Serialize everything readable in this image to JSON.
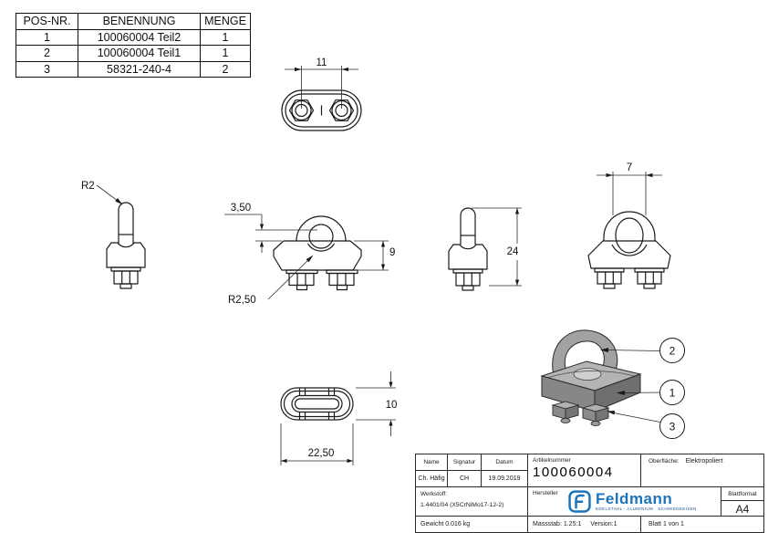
{
  "colors": {
    "line": "#1a1a1a",
    "logo_blue": "#1c75bc",
    "part_gray": "#9c9c9c"
  },
  "parts_table": {
    "headers": [
      "POS-NR.",
      "BENENNUNG",
      "MENGE"
    ],
    "rows": [
      [
        "1",
        "100060004 Teil2",
        "1"
      ],
      [
        "2",
        "100060004 Teil1",
        "1"
      ],
      [
        "3",
        "58321-240-4",
        "2"
      ]
    ]
  },
  "dims": {
    "bolt_spacing": "11",
    "pin_radius": "R2",
    "saddle_depth": "3,50",
    "body_height": "9",
    "groove_radius": "R2,50",
    "total_height": "24",
    "inner_width": "7",
    "base_height": "10",
    "base_width": "22,50"
  },
  "balloons": [
    "2",
    "1",
    "3"
  ],
  "title_block": {
    "name_label": "Name",
    "signatur_label": "Signatur",
    "datum_label": "Datum",
    "name": "Ch. Häfig",
    "signatur": "CH",
    "datum": "19.09.2019",
    "artikelnummer_label": "Artikelnummer",
    "artikelnummer": "100060004",
    "oberflaeche_label": "Oberfläche:",
    "oberflaeche": "Elektropoliert",
    "werkstoff_label": "Werkstoff:",
    "werkstoff": "1.4401/04 (X5CrNiMo17-12-2)",
    "hersteller_label": "Hersteller",
    "blattformat_label": "Blattformat",
    "blattformat": "A4",
    "gewicht": "Gewicht 0.016 kg",
    "massstab": "Massstab: 1.25:1",
    "version": "Version:1",
    "blatt": "Blatt 1 von 1",
    "logo_text": "Feldmann",
    "logo_tagline": "EDELSTAHL · ALUMINIUM · SCHMIEDEEISEN"
  }
}
